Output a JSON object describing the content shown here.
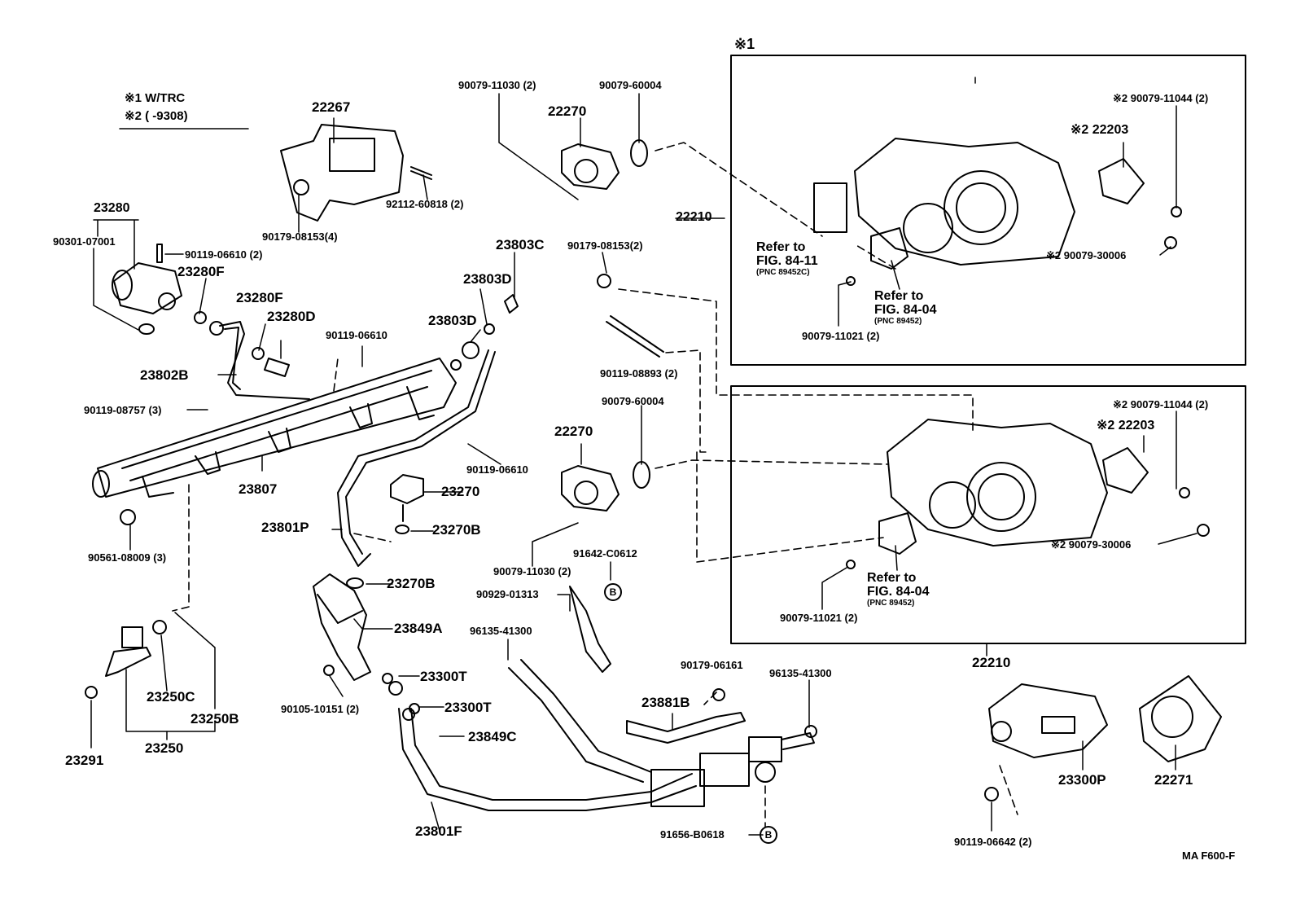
{
  "legend": {
    "line1": "※1 W/TRC",
    "line2": "※2 (        -9308)"
  },
  "box_markers": {
    "upper_box": "※1"
  },
  "labels": {
    "l_23280": "23280",
    "l_90301_07001": "90301-07001",
    "l_90119_06610_2": "90119-06610 (2)",
    "l_23280F_a": "23280F",
    "l_23280F_b": "23280F",
    "l_23280D": "23280D",
    "l_23802B": "23802B",
    "l_90119_06610_a": "90119-06610",
    "l_90119_08757": "90119-08757 (3)",
    "l_23807": "23807",
    "l_90561_08009": "90561-08009 (3)",
    "l_22267": "22267",
    "l_92112_60818": "92112-60818 (2)",
    "l_90179_08153_4": "90179-08153(4)",
    "l_90079_11030_top": "90079-11030 (2)",
    "l_22270_top": "22270",
    "l_90079_60004_top": "90079-60004",
    "l_23803C": "23803C",
    "l_23803D_a": "23803D",
    "l_23803D_b": "23803D",
    "l_90179_08153_2": "90179-08153(2)",
    "l_90119_08893": "90119-08893 (2)",
    "l_90079_60004_mid": "90079-60004",
    "l_22270_mid": "22270",
    "l_90119_06610_b": "90119-06610",
    "l_23270": "23270",
    "l_23270B_a": "23270B",
    "l_23801P": "23801P",
    "l_90079_11030_mid": "90079-11030 (2)",
    "l_91642_C0612": "91642-C0612",
    "l_90929_01313": "90929-01313",
    "l_23270B_b": "23270B",
    "l_23849A": "23849A",
    "l_96135_41300_a": "96135-41300",
    "l_23300T_a": "23300T",
    "l_23300T_b": "23300T",
    "l_90105_10151": "90105-10151 (2)",
    "l_23849C": "23849C",
    "l_23801F": "23801F",
    "l_23250C": "23250C",
    "l_23250B": "23250B",
    "l_23250": "23250",
    "l_23291": "23291",
    "l_22210_a": "22210",
    "l_s2_90079_11044_a": "※2 90079-11044 (2)",
    "l_s2_22203_a": "※2  22203",
    "l_s2_90079_30006_a": "※2 90079-30006",
    "l_90079_11021_a": "90079-11021 (2)",
    "l_s2_90079_11044_b": "※2 90079-11044 (2)",
    "l_s2_22203_b": "※2   22203",
    "l_s2_90079_30006_b": "※2 90079-30006",
    "l_90079_11021_b": "90079-11021 (2)",
    "l_22210_b": "22210",
    "l_90179_06161": "90179-06161",
    "l_96135_41300_b": "96135-41300",
    "l_23881B": "23881B",
    "l_91656_B0618": "91656-B0618",
    "l_23300P": "23300P",
    "l_22271": "22271",
    "l_90119_06642": "90119-06642 (2)"
  },
  "refs": {
    "ref1": {
      "line1": "Refer to",
      "line2": "FIG. 84-11",
      "line3": "(PNC 89452C)"
    },
    "ref2": {
      "line1": "Refer to",
      "line2": "FIG. 84-04",
      "line3": "(PNC 89452)"
    },
    "ref3": {
      "line1": "Refer to",
      "line2": "FIG. 84-04",
      "line3": "(PNC 89452)"
    }
  },
  "circle_markers": {
    "b1": "B",
    "b2": "B"
  },
  "footer": "MA F600-F"
}
